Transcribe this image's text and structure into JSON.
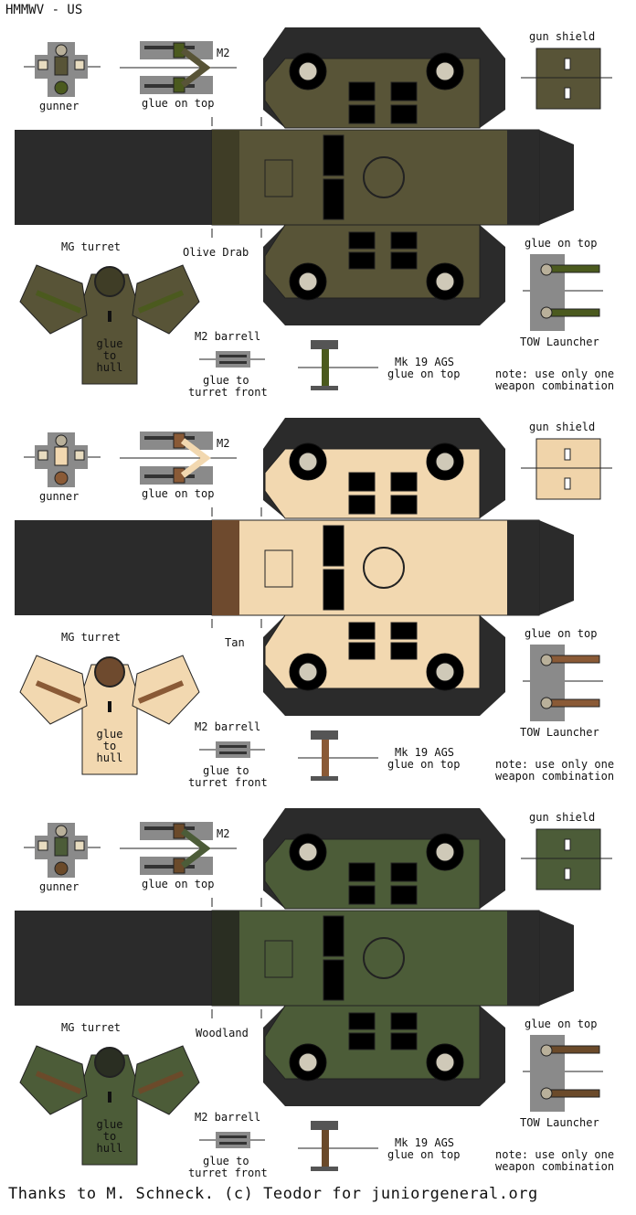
{
  "title": "HMMWV - US",
  "labels": {
    "gunner": "gunner",
    "m2": "M2",
    "glue_on_top": "glue on top",
    "gun_shield": "gun shield",
    "mg_turret": "MG turret",
    "glue_to_hull": [
      "glue",
      "to",
      "hull"
    ],
    "m2_barrell": "M2 barrell",
    "glue_to_turret_front": [
      "glue to",
      "turret front"
    ],
    "mk19_ags": "Mk 19 AGS",
    "tow_launcher": "TOW Launcher",
    "note": [
      "note: use only one",
      "weapon combination"
    ]
  },
  "sections": [
    {
      "scheme": "Olive Drab",
      "colors": {
        "body": "#585437",
        "dark": "#3f3d26",
        "accent": "#4b5a1e",
        "shield": "#585437"
      }
    },
    {
      "scheme": "Tan",
      "colors": {
        "body": "#f2d8b0",
        "dark": "#6e4a2e",
        "accent": "#8a5a36",
        "shield": "#f0d4aa"
      }
    },
    {
      "scheme": "Woodland",
      "colors": {
        "body": "#4c5c38",
        "dark": "#2a2e22",
        "accent": "#6b4a2a",
        "shield": "#4c5c38"
      }
    }
  ],
  "colors": {
    "tire": "#2b2b2b",
    "window": "#3c4a7a",
    "background": "#ffffff"
  },
  "footer": "Thanks to M. Schneck. (c) Teodor for juniorgeneral.org"
}
